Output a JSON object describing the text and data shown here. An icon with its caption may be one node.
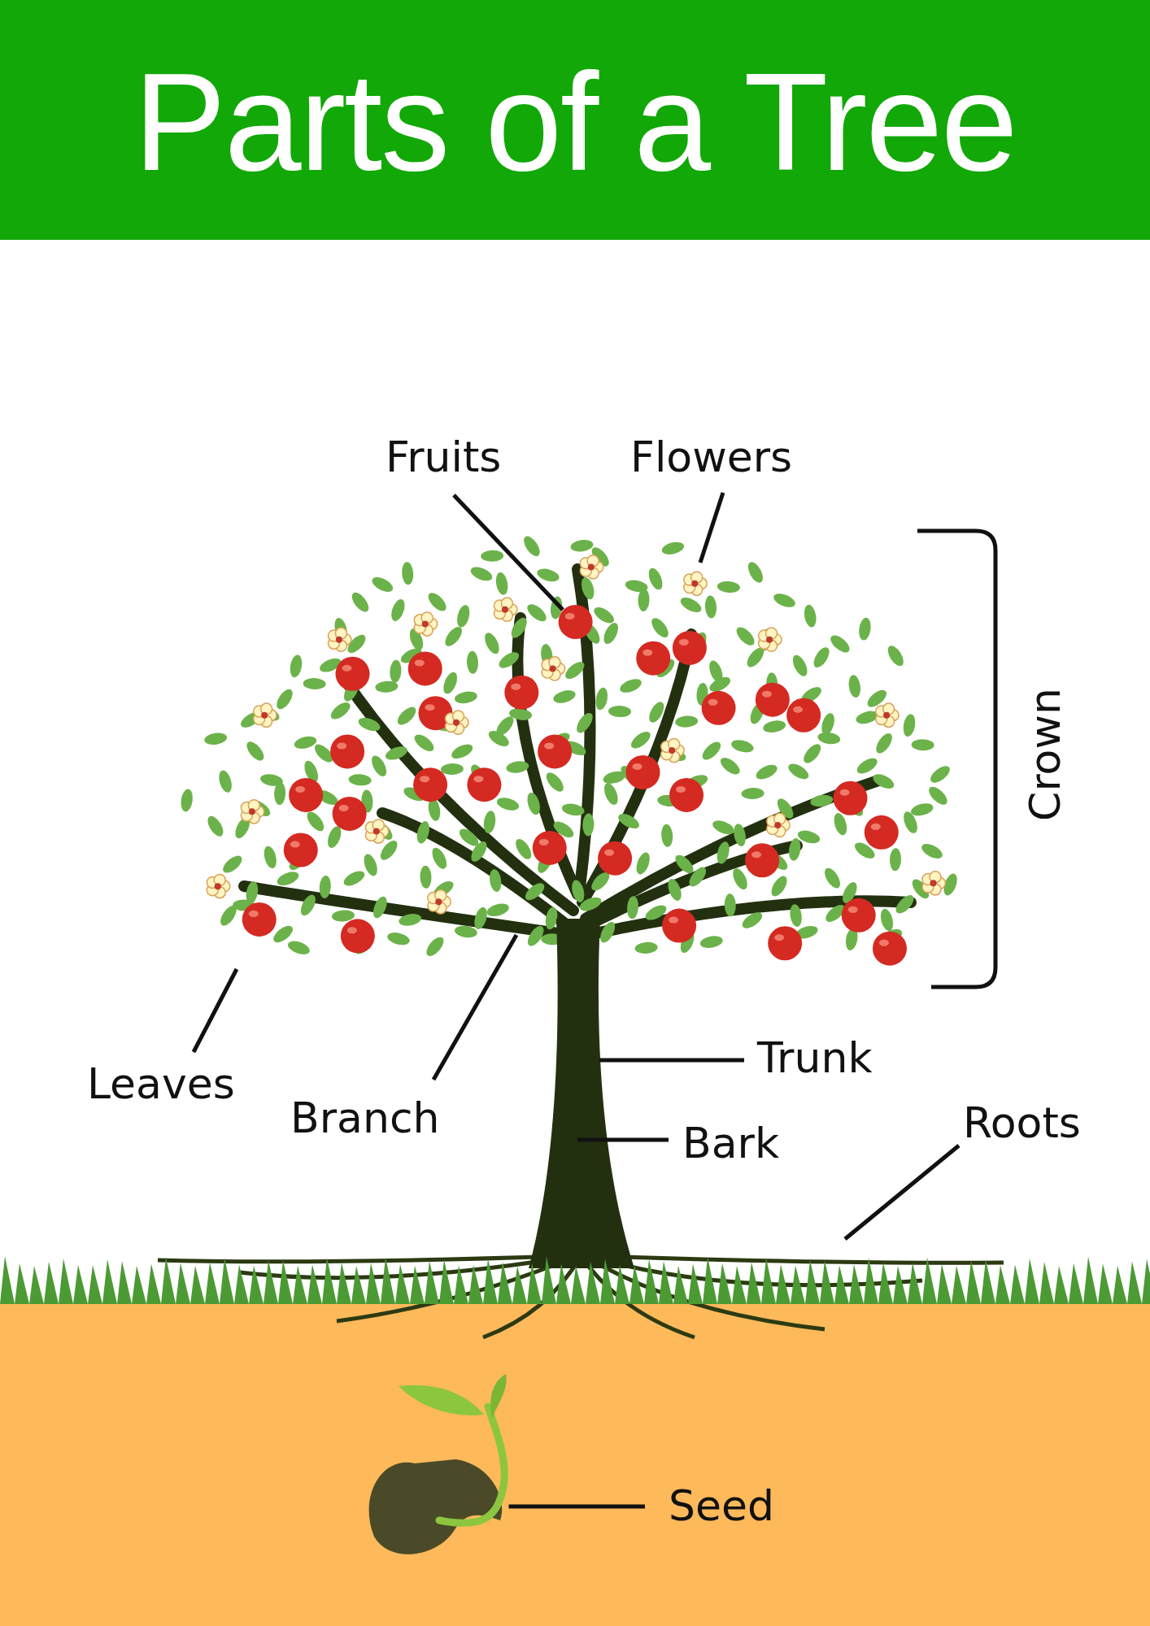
{
  "diagram": {
    "title": "Parts of a Tree",
    "nodes": [
      {
        "text": [
          "Fruits"
        ]
      },
      {
        "text": [
          "Flowers"
        ]
      },
      {
        "text": [
          "Leaves"
        ]
      },
      {
        "text": [
          "Branch"
        ]
      },
      {
        "text": [
          "Trunk"
        ]
      },
      {
        "text": [
          "Bark"
        ]
      },
      {
        "text": [
          "Roots"
        ]
      },
      {
        "text": [
          "Seed"
        ]
      },
      {
        "text": [],
        "shape": "picture"
      }
    ],
    "edges": [
      {
        "from": 0,
        "to": null,
        "arrow": "none"
      },
      {
        "from": 1,
        "to": null,
        "arrow": "none"
      },
      {
        "from": 2,
        "to": null,
        "arrow": "none"
      },
      {
        "from": 3,
        "to": null,
        "arrow": "none"
      },
      {
        "from": 4,
        "to": null,
        "arrow": "none"
      },
      {
        "from": 5,
        "to": null,
        "arrow": "none"
      },
      {
        "from": 6,
        "to": null,
        "arrow": "none"
      },
      {
        "from": 7,
        "to": 8,
        "arrow": "none"
      }
    ],
    "labels": [
      "Crown"
    ]
  }
}
